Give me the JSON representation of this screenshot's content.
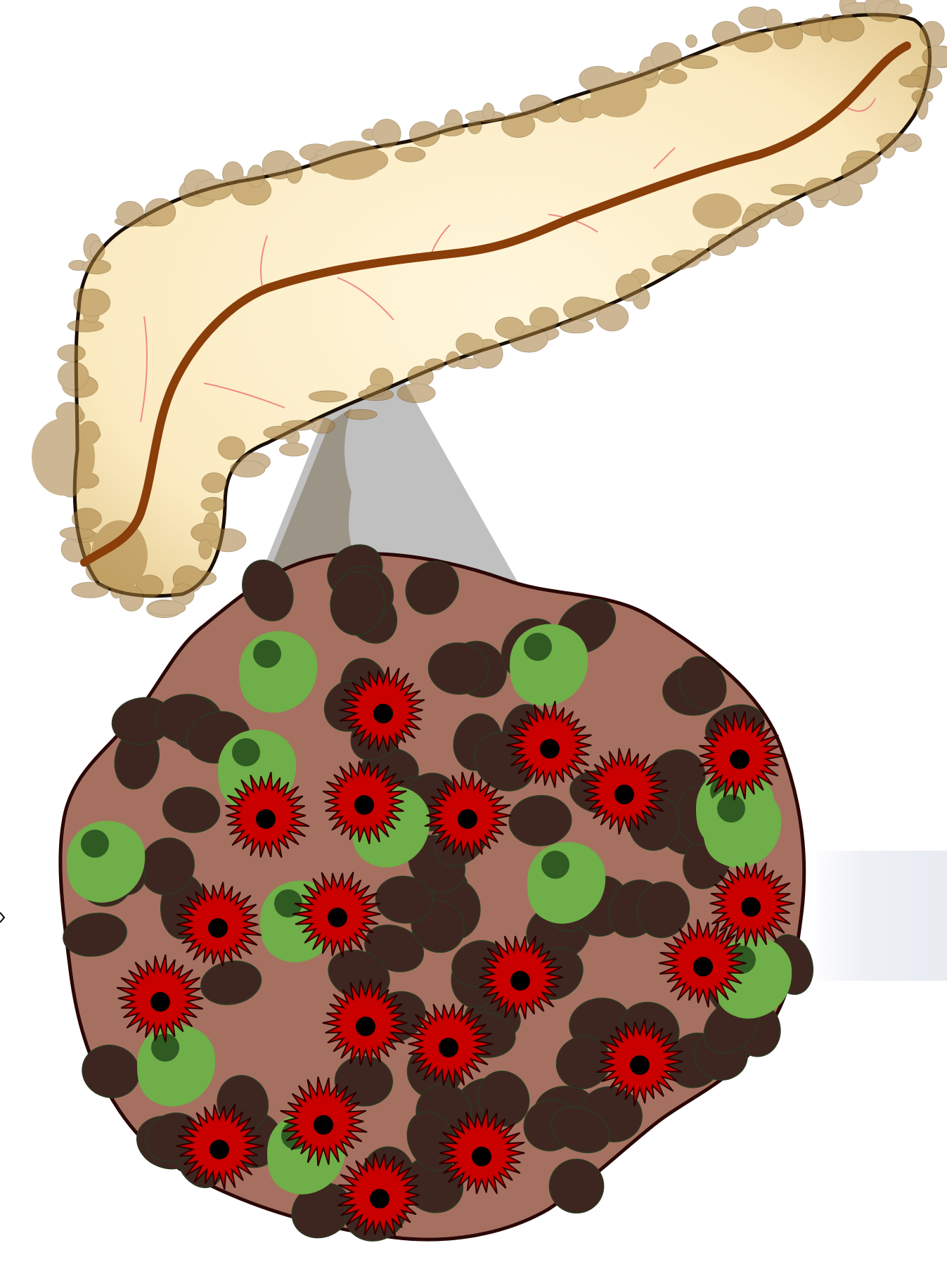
{
  "figure": {
    "organ": "pancreas",
    "detail": "islet-of-langerhans",
    "colors": {
      "organ_fill": "#fdf0cc",
      "organ_outline": "#1a1008",
      "lobule": "#a57c3b",
      "main_duct": "#8a3e0a",
      "capillary": "#f08a80",
      "zoom_cone": "#9e9e9e",
      "islet_fill": "#a67060",
      "islet_outline": "#2a0808",
      "dark_cell": "#3d2620",
      "green_cell": "#6fae48",
      "green_nucleus": "#2f5a22",
      "red_cell": "#c80000",
      "red_nucleus": "#000000"
    },
    "cell_types": [
      "dark-cell",
      "green-cell",
      "red-spiky-cell"
    ]
  }
}
